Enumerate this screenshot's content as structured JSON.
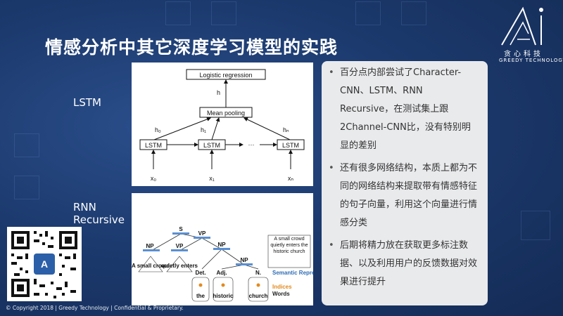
{
  "slide": {
    "title": "情感分析中其它深度学习模型的实践",
    "brand": {
      "cn": "贪心科技",
      "en": "GREEDY TECHNOLOGY"
    },
    "labels": {
      "lstm": "LSTM",
      "rnn_line1": "RNN",
      "rnn_line2": "Recursive"
    },
    "bullets": [
      "百分点内部尝试了Character-CNN、LSTM、RNN Recursive，在测试集上跟2Channel-CNN比，没有特别明显的差别",
      "还有很多网络结构，本质上都为不同的网络结构来提取带有情感特征的句子向量，利用这个向量进行情感分类",
      "后期将精力放在获取更多标注数据、以及利用用户的反馈数据对效果进行提升"
    ],
    "footer": "© Copyright 2018 | Greedy Technology | Confidential & Proprietary."
  },
  "lstm_diagram": {
    "top_box": "Logistic regression",
    "h_label": "h",
    "pool_box": "Mean pooling",
    "cell_label": "LSTM",
    "ellipsis": "···",
    "h_states": [
      "h₀",
      "h₁",
      "hₙ"
    ],
    "inputs": [
      "x₀",
      "x₁",
      "xₙ"
    ]
  },
  "rnn_diagram": {
    "nodes": [
      "S",
      "VP",
      "NP",
      "VP",
      "NP",
      "NP"
    ],
    "phrases": [
      "A small crowd",
      "quietly enters",
      "Det.",
      "Adj.",
      "N."
    ],
    "leaf_words": [
      "the",
      "historic",
      "church"
    ],
    "caption": "A small crowd quietly enters the historic church",
    "legend": [
      "Semantic Representations",
      "Indices",
      "Words"
    ],
    "colors": {
      "semantic": "#2d6db5",
      "indices": "#e38a1e",
      "words": "#222222"
    }
  }
}
